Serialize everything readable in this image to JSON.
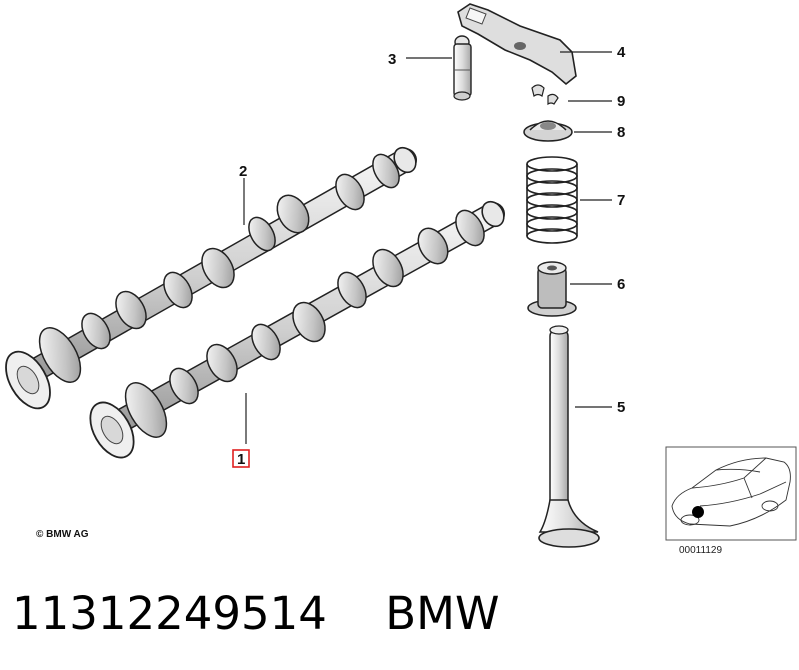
{
  "callouts": {
    "c1": "1",
    "c2": "2",
    "c3": "3",
    "c4": "4",
    "c5": "5",
    "c6": "6",
    "c7": "7",
    "c8": "8",
    "c9": "9"
  },
  "copyright": "© BMW AG",
  "inset_reference": "00011129",
  "caption": {
    "part_number": "11312249514",
    "brand": "BMW"
  },
  "colors": {
    "highlight_box": "#e02020",
    "line_art": "#222222",
    "shade": "#c8c8c8"
  }
}
